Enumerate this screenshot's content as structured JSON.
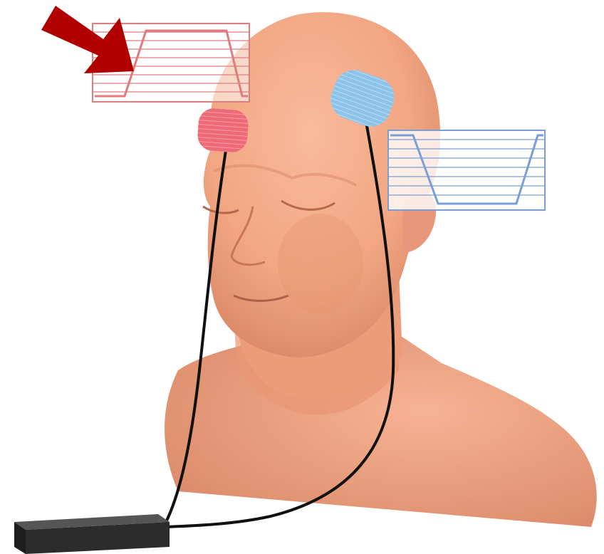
{
  "figure": {
    "subject": "head-model",
    "colors": {
      "background": "#ffffff",
      "skin": "#f2a682",
      "skin_shadow": "#d98766",
      "skin_highlight": "#f8bb9c",
      "anode_pad": "#ee6a78",
      "cathode_pad": "#8ec4ea",
      "anode_waveform": "#e07b80",
      "cathode_waveform": "#7a9fd6",
      "arrow": "#b00000",
      "cable": "#111111",
      "device": "#2c2c2c"
    },
    "anode": {
      "icon": "red-electrode-pad",
      "waveform_icon": "positive-trapezoid-pulse"
    },
    "cathode": {
      "icon": "blue-electrode-pad",
      "waveform_icon": "negative-trapezoid-pulse"
    },
    "arrow_icon": "red-arrow",
    "device_icon": "stimulator-box"
  }
}
